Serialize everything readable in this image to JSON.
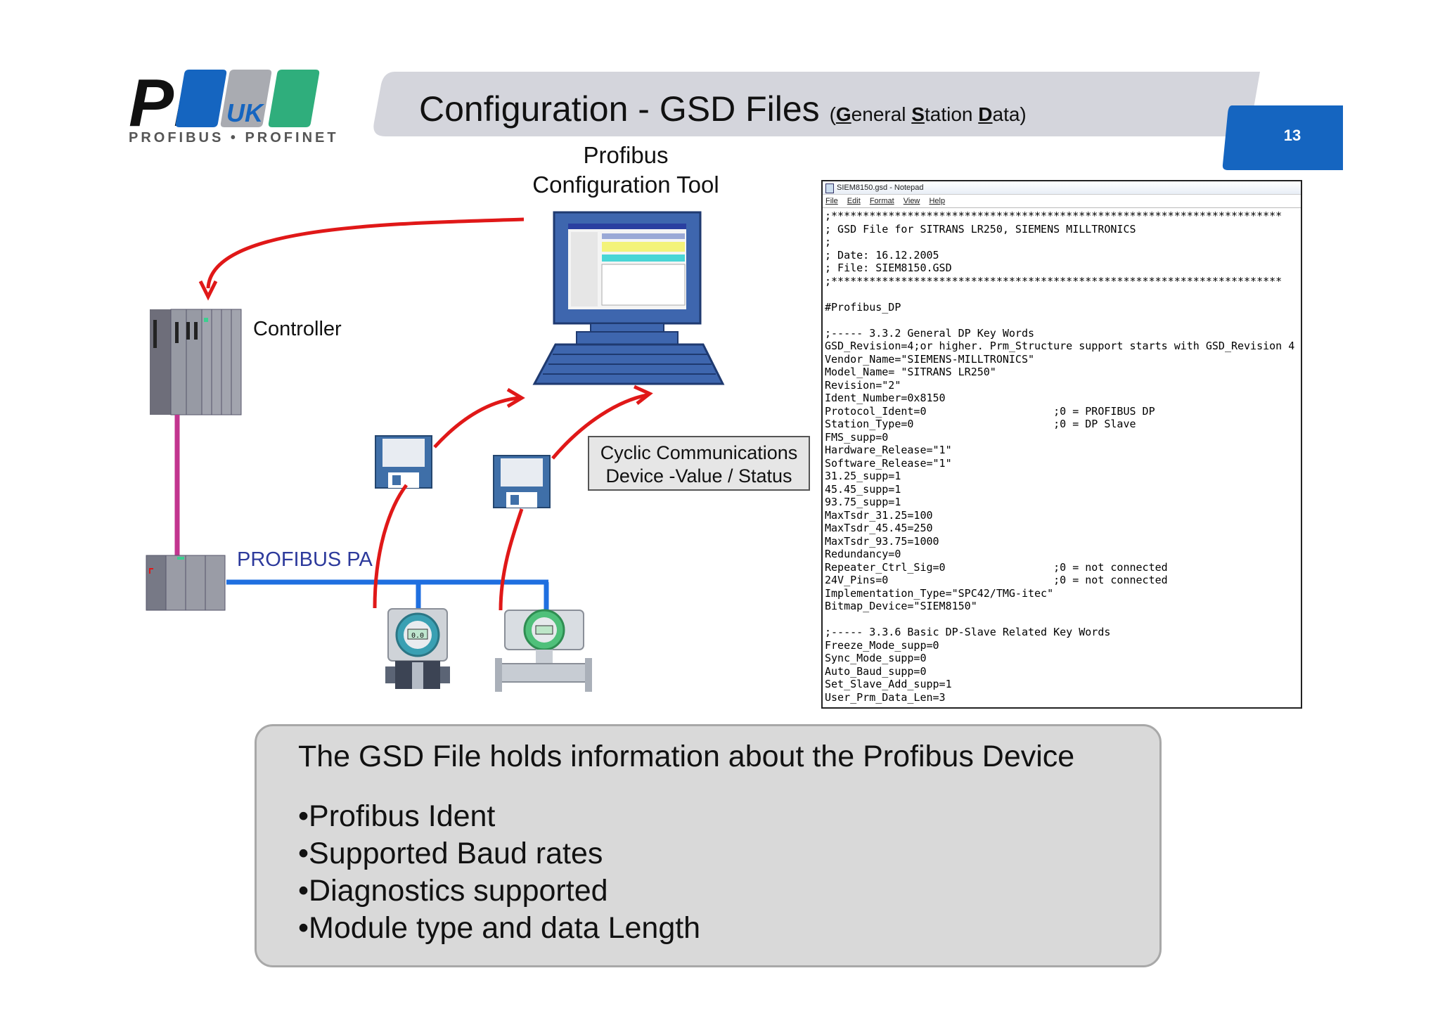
{
  "logo": {
    "main": "PI",
    "region": "UK",
    "subtitle": "PROFIBUS • PROFINET"
  },
  "header": {
    "title": "Configuration -  GSD Files",
    "subtitle_open": "(",
    "subtitle_g": "G",
    "subtitle_eneral": "eneral ",
    "subtitle_s": "S",
    "subtitle_tation": "tation ",
    "subtitle_d": "D",
    "subtitle_ata": "ata)"
  },
  "page_number": "13",
  "diagram": {
    "tool_label_line1": "Profibus",
    "tool_label_line2": "Configuration Tool",
    "controller_label": "Controller",
    "network_label": "PROFIBUS PA",
    "cyclic_line1": "Cyclic Communications",
    "cyclic_line2": "Device -Value / Status",
    "display_value": "0.0"
  },
  "notepad": {
    "title": "SIEM8150.gsd - Notepad",
    "menu": [
      "File",
      "Edit",
      "Format",
      "View",
      "Help"
    ],
    "lines": [
      ";***********************************************************************",
      "; GSD File for SITRANS LR250, SIEMENS MILLTRONICS",
      ";",
      "; Date: 16.12.2005",
      "; File: SIEM8150.GSD",
      ";***********************************************************************",
      "",
      "#Profibus_DP",
      "",
      ";----- 3.3.2 General DP Key Words",
      "GSD_Revision=4;or higher. Prm_Structure support starts with GSD_Revision 4",
      "Vendor_Name=\"SIEMENS-MILLTRONICS\"",
      "Model_Name= \"SITRANS LR250\"",
      "Revision=\"2\"",
      "Ident_Number=0x8150",
      "Protocol_Ident=0                    ;0 = PROFIBUS DP",
      "Station_Type=0                      ;0 = DP Slave",
      "FMS_supp=0",
      "Hardware_Release=\"1\"",
      "Software_Release=\"1\"",
      "31.25_supp=1",
      "45.45_supp=1",
      "93.75_supp=1",
      "MaxTsdr_31.25=100",
      "MaxTsdr_45.45=250",
      "MaxTsdr_93.75=1000",
      "Redundancy=0",
      "Repeater_Ctrl_Sig=0                 ;0 = not connected",
      "24V_Pins=0                          ;0 = not connected",
      "Implementation_Type=\"SPC42/TMG-itec\"",
      "Bitmap_Device=\"SIEM8150\"",
      "",
      ";----- 3.3.6 Basic DP-Slave Related Key Words",
      "Freeze_Mode_supp=0",
      "Sync_Mode_supp=0",
      "Auto_Baud_supp=0",
      "Set_Slave_Add_supp=1",
      "User_Prm_Data_Len=3"
    ]
  },
  "summary": {
    "heading": "The GSD File holds information about the Profibus Device",
    "bullets": [
      "•Profibus Ident",
      "•Supported Baud rates",
      "•Diagnostics supported",
      "•Module type and data Length"
    ]
  },
  "colors": {
    "logo_blue": "#1565c0",
    "logo_grey": "#a9abb1",
    "logo_green": "#2fae7c",
    "arrow_red": "#e01818",
    "bus_blue": "#1f6fe0",
    "bus_magenta": "#c2358f",
    "tab_blue": "#1565c0",
    "header_grey": "#d4d5dc"
  }
}
